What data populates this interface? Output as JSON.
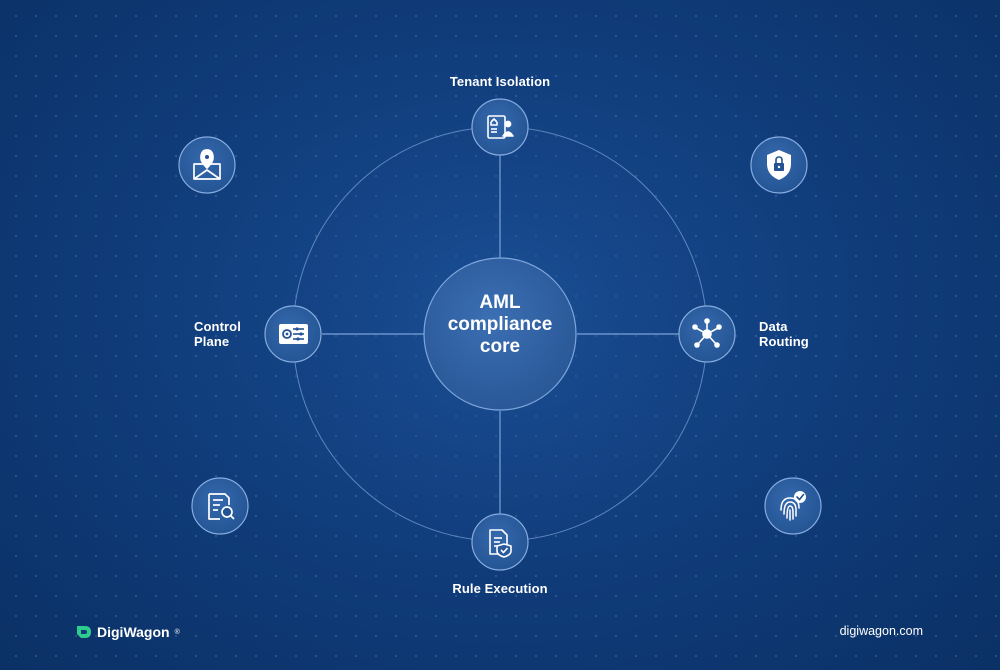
{
  "core": {
    "line1": "AML",
    "line2": "compliance",
    "line3": "core"
  },
  "nodes": {
    "top": {
      "label": "Tenant Isolation",
      "icon": "tenant-isolation-icon"
    },
    "right": {
      "label_line1": "Data",
      "label_line2": "Routing",
      "icon": "data-routing-icon"
    },
    "bottom": {
      "label": "Rule Execution",
      "icon": "rule-execution-icon"
    },
    "left": {
      "label_line1": "Control",
      "label_line2": "Plane",
      "icon": "control-plane-icon"
    }
  },
  "corner_icons": {
    "top_left": "location-map-icon",
    "top_right": "security-shield-icon",
    "bottom_left": "document-search-icon",
    "bottom_right": "fingerprint-verified-icon"
  },
  "footer": {
    "brand": "DigiWagon",
    "brand_mark": "®",
    "url": "digiwagon.com"
  },
  "colors": {
    "background": "#0f3b78",
    "node_fill": "#2a5fa6",
    "ring_stroke": "#6f97cf",
    "accent_green": "#2ecc8f",
    "text": "#ffffff"
  }
}
